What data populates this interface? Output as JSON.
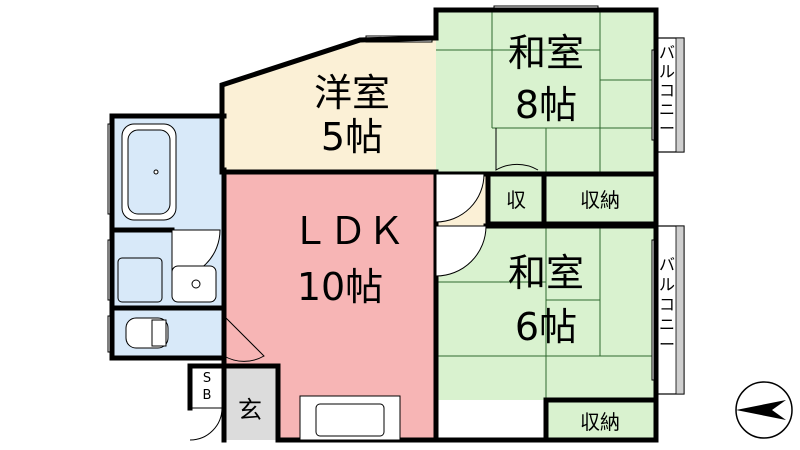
{
  "rooms": {
    "western": {
      "name": "洋室",
      "size": "5帖"
    },
    "ldk": {
      "name": "ＬＤＫ",
      "size": "10帖"
    },
    "japanese_top": {
      "name": "和室",
      "size": "8帖"
    },
    "japanese_bottom": {
      "name": "和室",
      "size": "6帖"
    },
    "closet_small": {
      "name": "収"
    },
    "closet_top": {
      "name": "収納"
    },
    "closet_bottom": {
      "name": "収納"
    },
    "entrance": {
      "name": "玄"
    },
    "shoe_box": {
      "name": "S\nB"
    }
  },
  "balconies": {
    "top": "バルコニー",
    "bottom": "バルコニー"
  },
  "colors": {
    "tatami": "#d9f2cf",
    "western": "#fbf0d6",
    "ldk": "#f7b5b5",
    "wet": "#d8e9f9",
    "entrance": "#dcdcdc",
    "wall": "#000000"
  },
  "compass": {
    "icon": "north-arrow-icon"
  }
}
